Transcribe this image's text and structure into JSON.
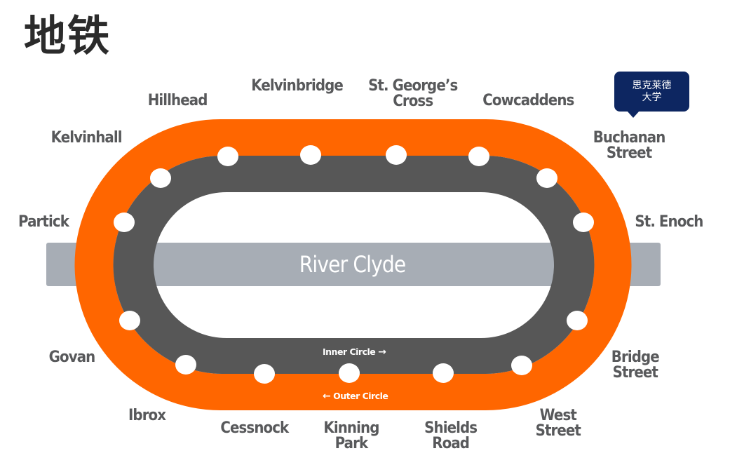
{
  "title": "地铁",
  "badge": {
    "line1": "思克莱德",
    "line2": "大学",
    "color": "#0d2661"
  },
  "river": {
    "label": "River Clyde",
    "color": "#a7adb5"
  },
  "directions": {
    "inner": {
      "label": "Inner Circle",
      "arrow": "→",
      "icon": "arrow-right-icon"
    },
    "outer": {
      "label": "Outer Circle",
      "arrow": "←",
      "icon": "arrow-left-icon"
    }
  },
  "colors": {
    "outer_ring": "#ff6600",
    "inner_ring": "#575757",
    "station_dot": "#ffffff",
    "station_text": "#58595b"
  },
  "stations": [
    {
      "id": "hillhead",
      "lines": [
        "Hillhead"
      ]
    },
    {
      "id": "kelvinbridge",
      "lines": [
        "Kelvinbridge"
      ]
    },
    {
      "id": "st-georges-cross",
      "lines": [
        "St. George’s",
        "Cross"
      ]
    },
    {
      "id": "cowcaddens",
      "lines": [
        "Cowcaddens"
      ]
    },
    {
      "id": "buchanan-street",
      "lines": [
        "Buchanan",
        "Street"
      ]
    },
    {
      "id": "st-enoch",
      "lines": [
        "St. Enoch"
      ]
    },
    {
      "id": "bridge-street",
      "lines": [
        "Bridge",
        "Street"
      ]
    },
    {
      "id": "west-street",
      "lines": [
        "West",
        "Street"
      ]
    },
    {
      "id": "shields-road",
      "lines": [
        "Shields",
        "Road"
      ]
    },
    {
      "id": "kinning-park",
      "lines": [
        "Kinning",
        "Park"
      ]
    },
    {
      "id": "cessnock",
      "lines": [
        "Cessnock"
      ]
    },
    {
      "id": "ibrox",
      "lines": [
        "Ibrox"
      ]
    },
    {
      "id": "govan",
      "lines": [
        "Govan"
      ]
    },
    {
      "id": "partick",
      "lines": [
        "Partick"
      ]
    },
    {
      "id": "kelvinhall",
      "lines": [
        "Kelvinhall"
      ]
    }
  ]
}
